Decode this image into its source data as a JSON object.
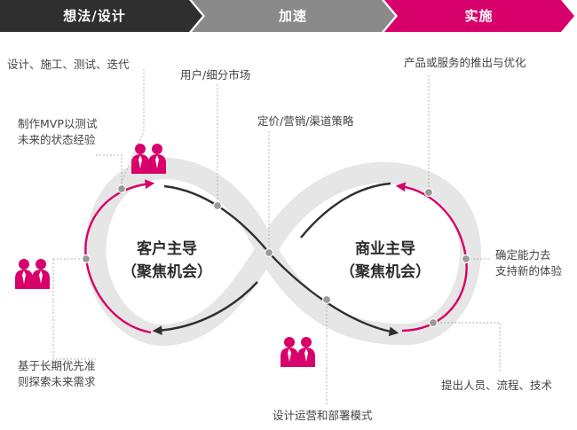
{
  "phases": [
    "想法/设计",
    "加速",
    "实施"
  ],
  "colors": {
    "dark": "#2f2f2f",
    "mid": "#8a8a8a",
    "accent": "#d8006a",
    "track": "#e6e6e6",
    "leader": "#b0b0b0"
  },
  "left_loop": {
    "line1": "客户主导",
    "line2": "（聚焦机会）"
  },
  "right_loop": {
    "line1": "商业主导",
    "line2": "（聚焦机会）"
  },
  "annotations": {
    "design_build": "设计、施工、测试、迭代",
    "mvp_line1": "制作MVP以测试",
    "mvp_line2": "未来的状态经验",
    "user_segment": "用户/细分市场",
    "pricing": "定价/营销/渠道策略",
    "long_term_line1": "基于长期优先准",
    "long_term_line2": "则探索未来需求",
    "deploy": "设计运营和部署模式",
    "optimize": "产品或服务的推出与优化",
    "capability_line1": "确定能力去",
    "capability_line2": "支持新的体验",
    "resources": "提出人员、流程、技术"
  },
  "icons": [
    "people-icon",
    "people-icon",
    "people-icon"
  ]
}
